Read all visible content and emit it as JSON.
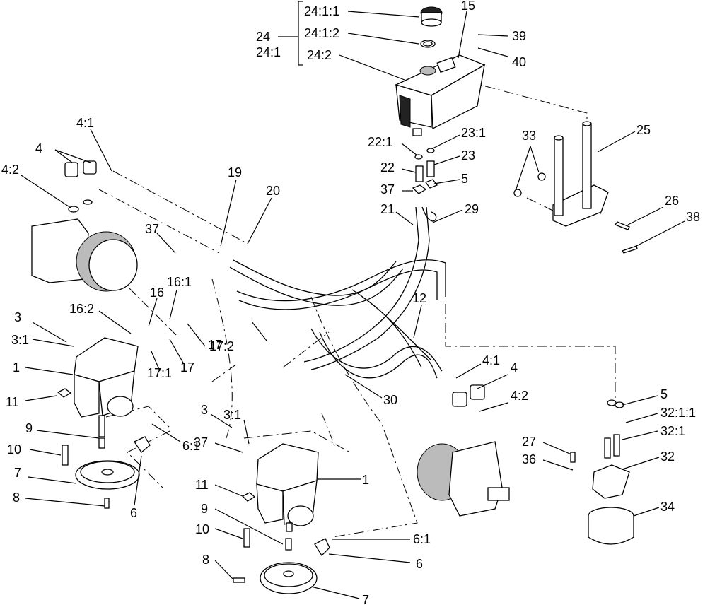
{
  "diagram": {
    "bracket_labels": [
      "24",
      "24:1"
    ],
    "labels": [
      "24:1:1",
      "24:1:2",
      "24:2",
      "15",
      "39",
      "40",
      "33",
      "25",
      "26",
      "38",
      "23:1",
      "22:1",
      "23",
      "22",
      "5",
      "37",
      "21",
      "29",
      "4:1",
      "4",
      "4:2",
      "19",
      "20",
      "37",
      "16:1",
      "16",
      "16:2",
      "3",
      "3:1",
      "17",
      "17:2",
      "17",
      "17:1",
      "1",
      "11",
      "9",
      "10",
      "7",
      "8",
      "6:1",
      "6",
      "12",
      "30",
      "4:1",
      "4",
      "4:2",
      "5",
      "32:1:1",
      "32:1",
      "27",
      "36",
      "32",
      "34",
      "3",
      "3:1",
      "37",
      "1",
      "11",
      "9",
      "10",
      "8",
      "6:1",
      "6",
      "7"
    ]
  }
}
